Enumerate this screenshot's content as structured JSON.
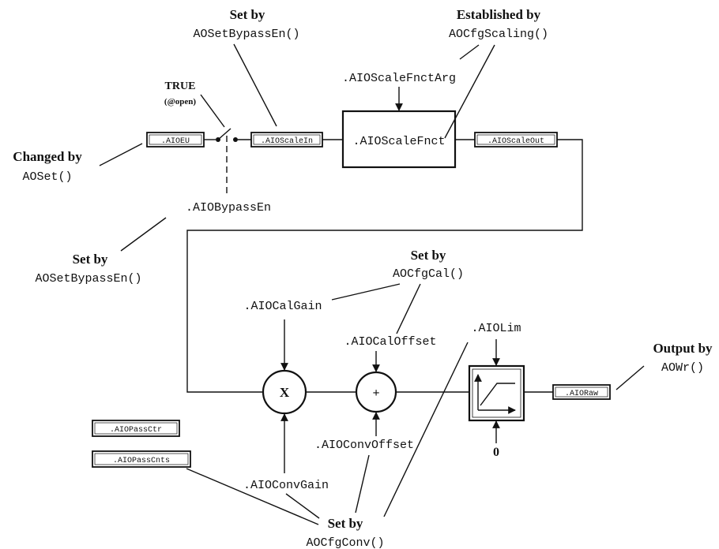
{
  "fields": {
    "aio_eu": ".AIOEU",
    "aio_scale_in": ".AIOScaleIn",
    "aio_scale_fnct": ".AIOScaleFnct",
    "aio_scale_out": ".AIOScaleOut",
    "aio_scale_fnct_arg": ".AIOScaleFnctArg",
    "aio_bypass_en": ".AIOBypassEn",
    "aio_cal_gain": ".AIOCalGain",
    "aio_cal_offset": ".AIOCalOffset",
    "aio_lim": ".AIOLim",
    "aio_raw": ".AIORaw",
    "aio_pass_ctr": ".AIOPassCtr",
    "aio_pass_cnts": ".AIOPassCnts",
    "aio_conv_offset": ".AIOConvOffset",
    "aio_conv_gain": ".AIOConvGain"
  },
  "annotations": {
    "set_by_bypass_top": {
      "title": "Set by",
      "func": "AOSetBypassEn()"
    },
    "established_by": {
      "title": "Established by",
      "func": "AOCfgScaling()"
    },
    "true_open": {
      "title": "TRUE",
      "sub": "(@open)"
    },
    "changed_by": {
      "title": "Changed by",
      "func": "AOSet()"
    },
    "set_by_bypass_left": {
      "title": "Set by",
      "func": "AOSetBypassEn()"
    },
    "set_by_cal": {
      "title": "Set by",
      "func": "AOCfgCal()"
    },
    "output_by": {
      "title": "Output by",
      "func": "AOWr()"
    },
    "set_by_conv": {
      "title": "Set by",
      "func": "AOCfgConv()"
    }
  },
  "operators": {
    "multiply": "X",
    "add": "+",
    "limit_zero": "0"
  }
}
